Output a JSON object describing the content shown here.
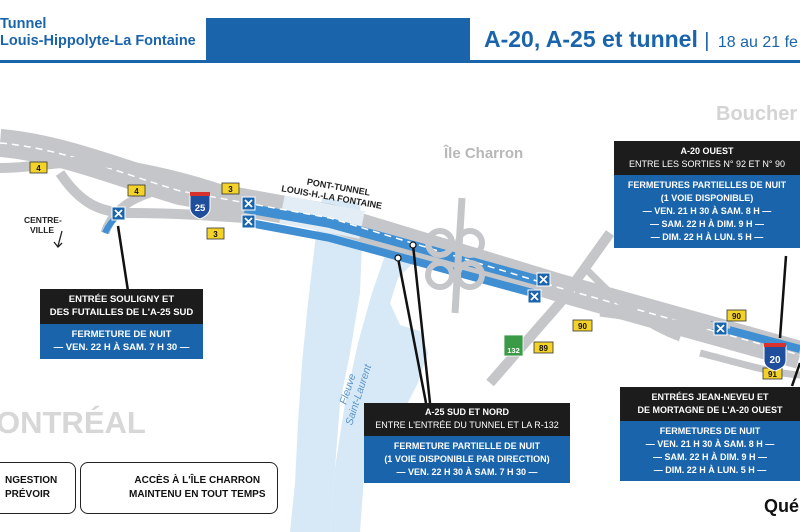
{
  "header": {
    "sub_title_line1": "Tunnel",
    "sub_title_line2": "Louis-Hippolyte-La Fontaine",
    "main_title": "A-20, A-25 et tunnel",
    "separator": "|",
    "date_range": "18 au 21 fe"
  },
  "places": {
    "boucherville": "Boucher",
    "ile_charron": "Île Charron",
    "montreal": "ONTRÉAL",
    "fleuve_line1": "Fleuve",
    "fleuve_line2": "Saint-Laurent",
    "centre_ville_line1": "CENTRE-",
    "centre_ville_line2": "VILLE",
    "tunnel_line1": "PONT-TUNNEL",
    "tunnel_line2": "LOUIS-H.-LA FONTAINE"
  },
  "route_markers": {
    "r4a": "4",
    "r4b": "4",
    "r3a": "3",
    "r3b": "3",
    "r90a": "90",
    "r90b": "90",
    "r89": "89",
    "r91": "91",
    "r132": "132",
    "a25": "25",
    "a20": "20"
  },
  "closures": {
    "souligny": {
      "title_line1": "ENTRÉE SOULIGNY ET",
      "title_line2": "DES FUTAILLES DE L'A-25 SUD",
      "detail_line1": "FERMETURE DE NUIT",
      "detail_line2": "— VEN. 22 H À SAM. 7 H 30 —"
    },
    "a25": {
      "title_line1": "A-25 SUD ET NORD",
      "title_line2": "ENTRE L'ENTRÉE DU TUNNEL ET LA R-132",
      "detail_line1": "FERMETURE PARTIELLE DE NUIT",
      "detail_line2": "(1 VOIE DISPONIBLE PAR DIRECTION)",
      "detail_line3": "— VEN. 22 H 30 À SAM. 7 H 30 —"
    },
    "a20_ouest": {
      "title_line1": "A-20 OUEST",
      "title_line2": "ENTRE LES SORTIES N° 92 ET N° 90",
      "detail_line1": "FERMETURES PARTIELLES DE NUIT",
      "detail_line2": "(1 VOIE DISPONIBLE)",
      "detail_line3": "— VEN. 21 H 30 À SAM. 8 H —",
      "detail_line4": "— SAM. 22 H À DIM. 9 H —",
      "detail_line5": "— DIM. 22 H À LUN. 5 H —"
    },
    "jean_neveu": {
      "title_line1": "ENTRÉES JEAN-NEVEU ET",
      "title_line2": "DE MORTAGNE DE L'A-20 OUEST",
      "detail_line1": "FERMETURES DE NUIT",
      "detail_line2": "— VEN. 21 H 30 À SAM. 8 H —",
      "detail_line3": "— SAM. 22 H À DIM. 9 H —",
      "detail_line4": "— DIM. 22 H À LUN. 5 H —"
    }
  },
  "legend": {
    "congestion_line1": "NGESTION",
    "congestion_line2": "PRÉVOIR",
    "access_line1": "ACCÈS À L'ÎLE CHARRON",
    "access_line2": "MAINTENU EN TOUT TEMPS"
  },
  "footer": {
    "logo_text": "Qué"
  },
  "colors": {
    "brand_blue": "#1a64ac",
    "road_gray": "#c4c6c9",
    "water": "#d7e9f6",
    "highlight": "#3f8fd2",
    "route_yellow": "#f3d22a",
    "route_green": "#3a9a46"
  }
}
